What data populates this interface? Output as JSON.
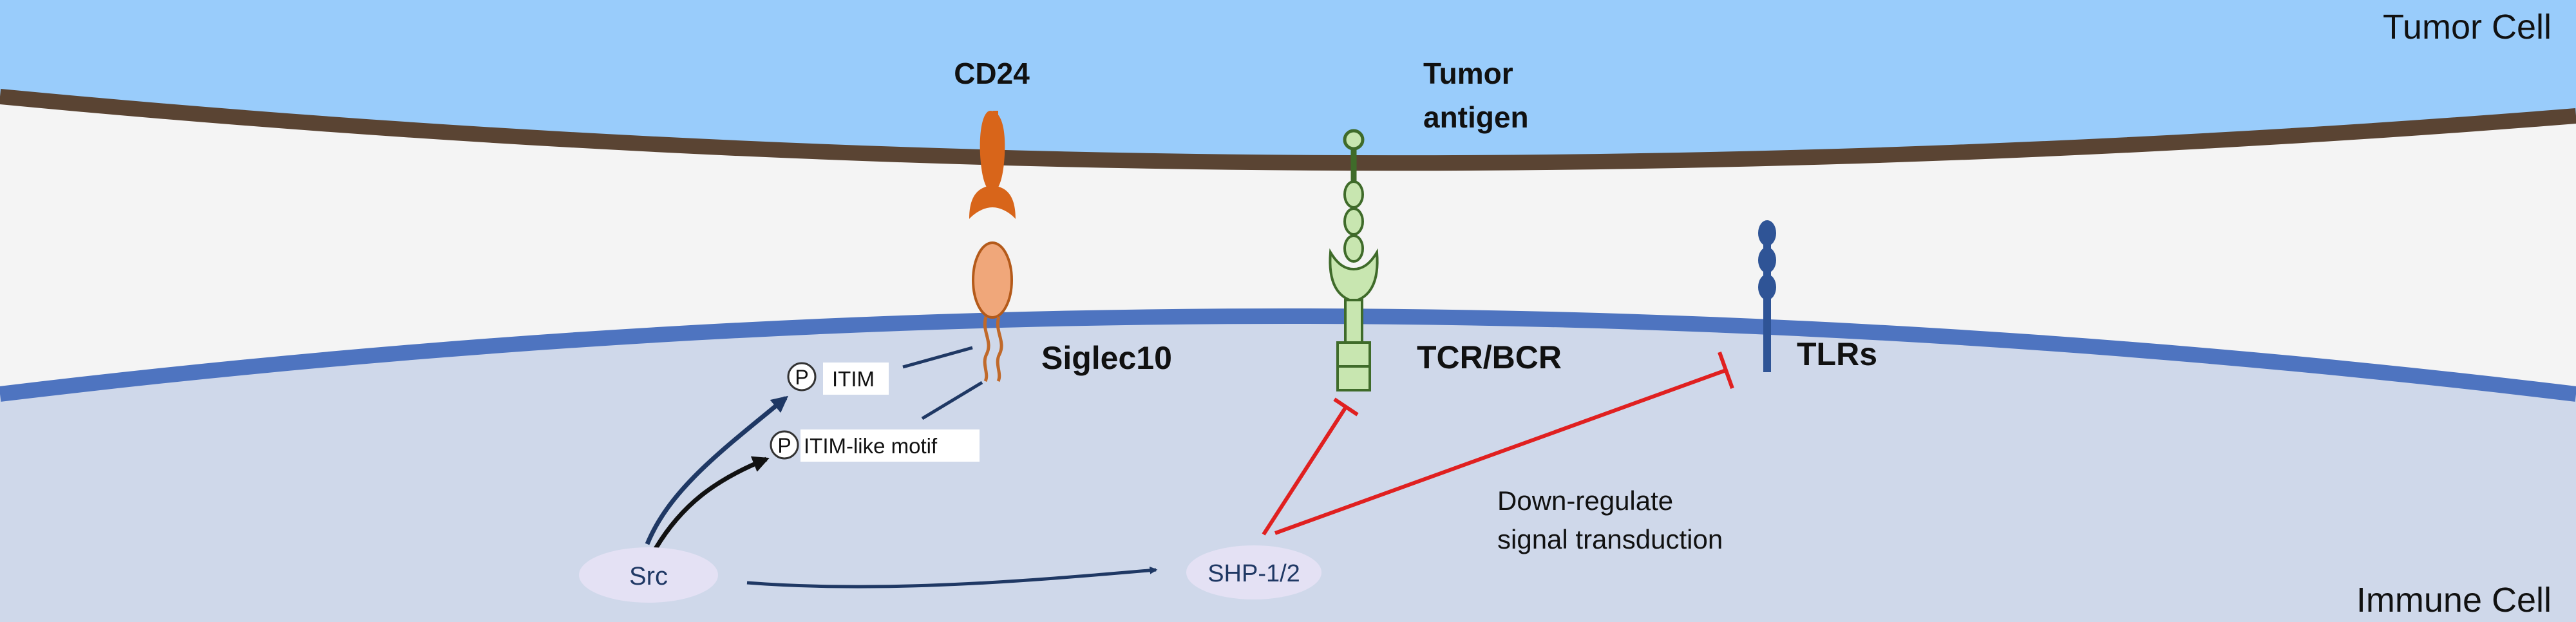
{
  "regions": {
    "tumor_cell": "Tumor Cell",
    "immune_cell": "Immune Cell"
  },
  "molecules": {
    "cd24": "CD24",
    "tumor_antigen_line1": "Tumor",
    "tumor_antigen_line2": "antigen",
    "siglec10": "Siglec10",
    "tcr_bcr": "TCR/BCR",
    "tlrs": "TLRs",
    "src": "Src",
    "shp": "SHP-1/2"
  },
  "motifs": {
    "phospho_symbol": "P",
    "itim": "ITIM",
    "itim_like": "ITIM-like motif"
  },
  "annotation": {
    "line1": "Down-regulate",
    "line2": "signal transduction"
  },
  "colors": {
    "tumor_fill": "#99ccfb",
    "tumor_membrane": "#5a4433",
    "gap_fill": "#f4f4f4",
    "immune_fill": "#cfd8ea",
    "immune_membrane": "#4e74c0",
    "cd24": "#d8651a",
    "siglec10": "#f0a77a",
    "tumor_antigen": "#3f6b2a",
    "tcr_bcr": "#c8e6b0",
    "tlrs": "#2f5496",
    "activation_arrow": "#1f3864",
    "inhibition": "#e02020",
    "oval_fill": "#e4e1f4"
  }
}
